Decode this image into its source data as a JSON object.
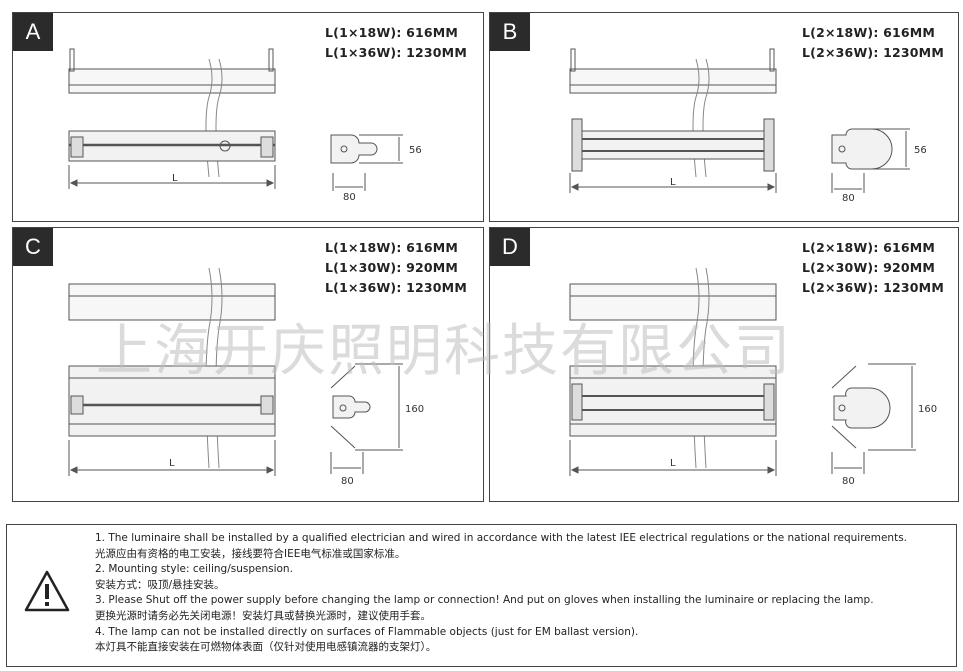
{
  "panels": [
    {
      "label": "A",
      "specs": [
        "L(1×18W): 616MM",
        "L(1×36W): 1230MM"
      ],
      "dims": {
        "length": "L",
        "width": "80",
        "height": "56"
      }
    },
    {
      "label": "B",
      "specs": [
        "L(2×18W): 616MM",
        "L(2×36W): 1230MM"
      ],
      "dims": {
        "length": "L",
        "width": "80",
        "height": "56"
      }
    },
    {
      "label": "C",
      "specs": [
        "L(1×18W): 616MM",
        "L(1×30W): 920MM",
        "L(1×36W): 1230MM"
      ],
      "dims": {
        "length": "L",
        "width": "80",
        "height": "160"
      }
    },
    {
      "label": "D",
      "specs": [
        "L(2×18W): 616MM",
        "L(2×30W): 920MM",
        "L(2×36W): 1230MM"
      ],
      "dims": {
        "length": "L",
        "width": "80",
        "height": "160"
      }
    }
  ],
  "watermark": "上海开庆照明科技有限公司",
  "notes": [
    "1. The luminaire shall be installed by a qualified electrician and wired in accordance with the latest IEE electrical regulations or the national requirements.",
    "光源应由有资格的电工安装，接线要符合IEE电气标准或国家标准。",
    "2. Mounting style: ceiling/suspension.",
    "安装方式：吸顶/悬挂安装。",
    "3. Please Shut off the power supply before changing the lamp or connection! And put on gloves when installing the luminaire or replacing the lamp.",
    "更换光源时请务必先关闭电源！安装灯具或替换光源时，建议使用手套。",
    "4. The lamp can not be installed directly on surfaces of Flammable objects (just for EM ballast version).",
    "本灯具不能直接安装在可燃物体表面（仅针对使用电感镇流器的支架灯）。"
  ]
}
